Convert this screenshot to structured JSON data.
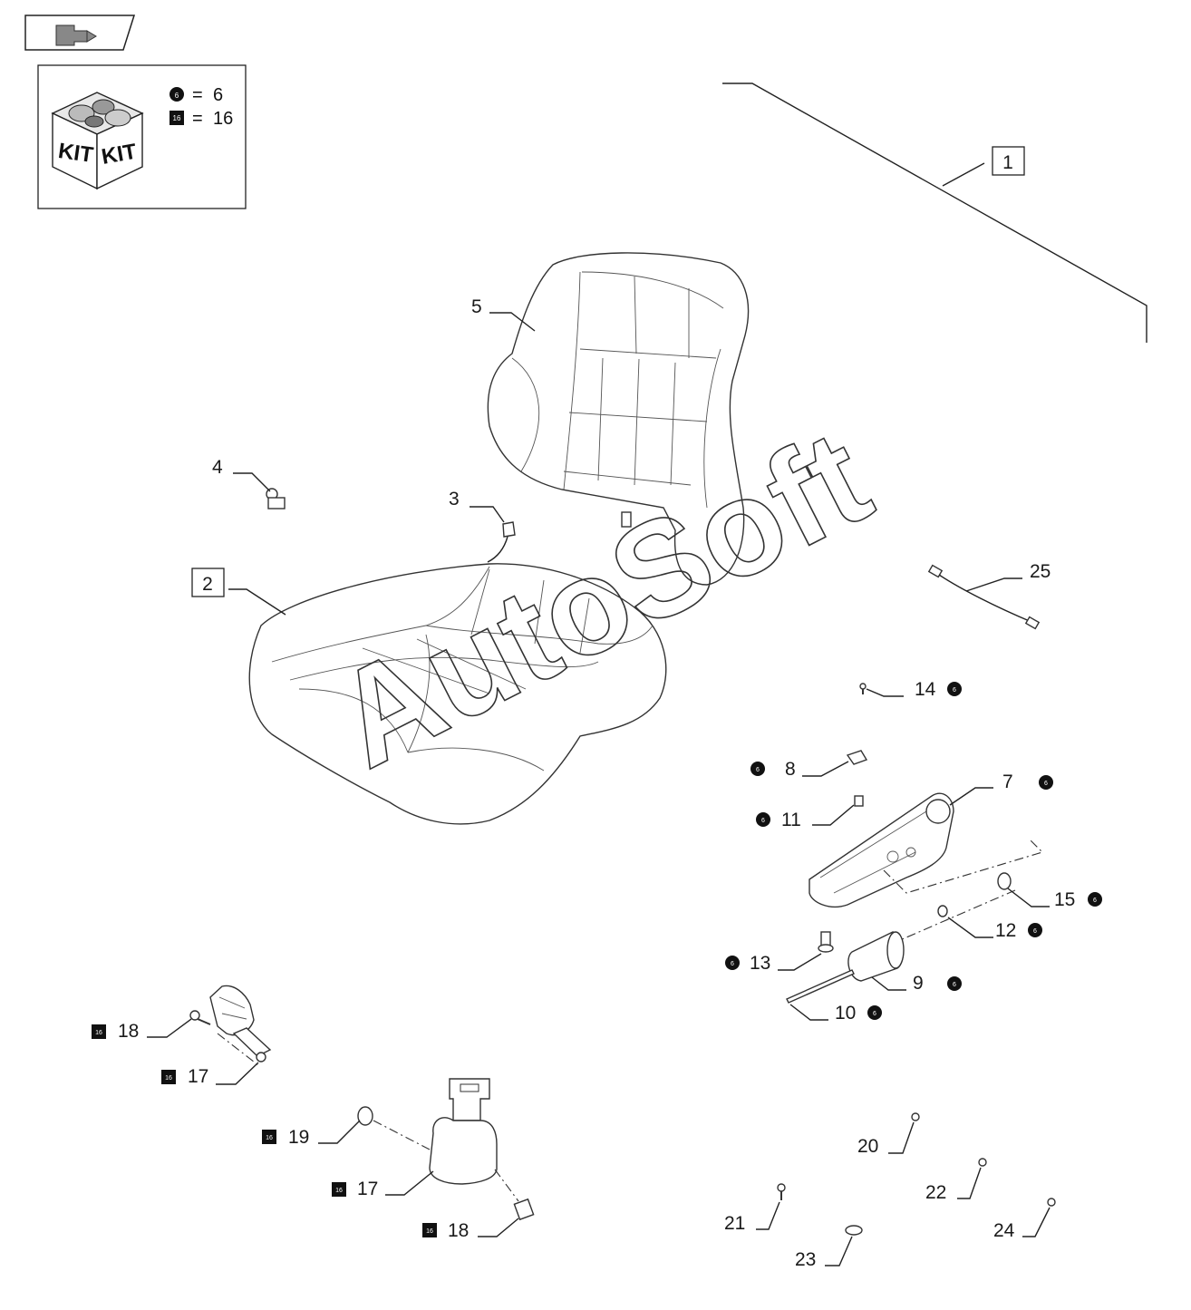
{
  "kit_box": {
    "icon_text_left": "KIT",
    "icon_text_right": "KIT",
    "legend": [
      {
        "marker": "circle",
        "marker_text": "6",
        "eq": "=",
        "value": "6"
      },
      {
        "marker": "square",
        "marker_text": "16",
        "eq": "=",
        "value": "16"
      }
    ]
  },
  "watermark": "AutoSoft",
  "callouts": {
    "c1": "1",
    "c2": "2",
    "c3": "3",
    "c4": "4",
    "c5": "5",
    "c7": "7",
    "c8": "8",
    "c9": "9",
    "c10": "10",
    "c11": "11",
    "c12": "12",
    "c13": "13",
    "c14": "14",
    "c15": "15",
    "c17a": "17",
    "c17b": "17",
    "c18a": "18",
    "c18b": "18",
    "c19": "19",
    "c20": "20",
    "c21": "21",
    "c22": "22",
    "c23": "23",
    "c24": "24",
    "c25": "25"
  },
  "markers": {
    "circle": "6",
    "square": "16"
  }
}
